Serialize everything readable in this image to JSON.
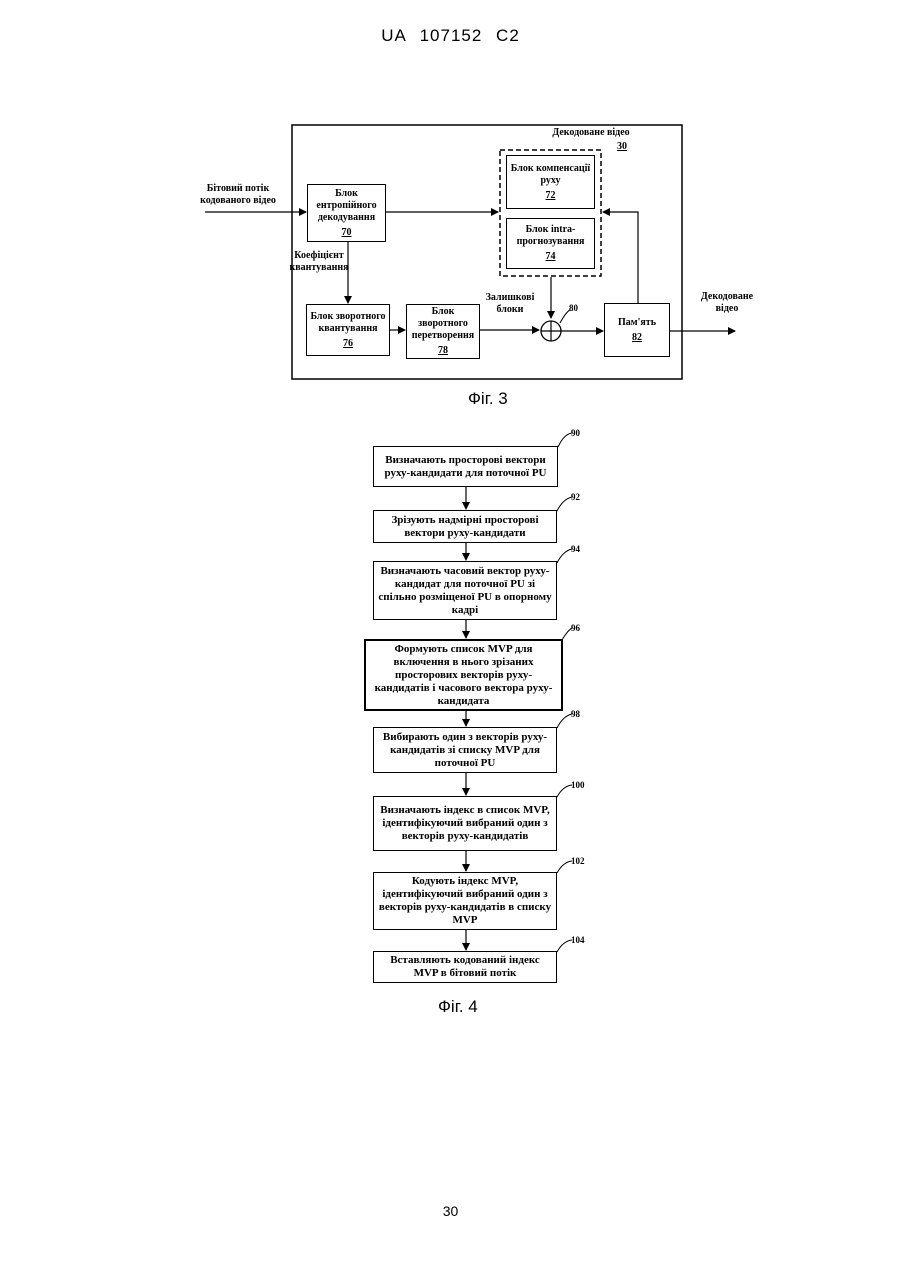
{
  "header": "UA   107152   C2",
  "page_number": "30",
  "fig3": {
    "caption": "Фіг. 3",
    "decoder_title": "Декодоване відео",
    "decoder_num": "30",
    "input_label": "Бітовий потік кодованого відео",
    "output_label": "Декодоване відео",
    "coef_label": "Коефіцієнт квантування",
    "residual_label": "Залишкові блоки",
    "summer_num": "80",
    "entropy": {
      "label": "Блок ентропійного декодування",
      "num": "70"
    },
    "motion": {
      "label": "Блок компенсації руху",
      "num": "72"
    },
    "intra": {
      "label": "Блок intra-прогнозування",
      "num": "74"
    },
    "invquant": {
      "label": "Блок зворотного квантування",
      "num": "76"
    },
    "invtrans": {
      "label": "Блок зворотного перетворення",
      "num": "78"
    },
    "memory": {
      "label": "Пам'ять",
      "num": "82"
    }
  },
  "fig4": {
    "caption": "Фіг. 4",
    "steps": [
      {
        "num": "90",
        "text": "Визначають просторові вектори руху-кандидати для поточної PU"
      },
      {
        "num": "92",
        "text": "Зрізують надмірні просторові вектори руху-кандидати"
      },
      {
        "num": "94",
        "text": "Визначають часовий вектор руху-кандидат для поточної PU зі спільно розміщеної PU в опорному кадрі"
      },
      {
        "num": "96",
        "text": "Формують список MVP для включення в нього зрізаних просторових векторів руху-кандидатів і часового вектора руху-кандидата"
      },
      {
        "num": "98",
        "text": "Вибирають один з векторів руху-кандидатів зі списку MVP для поточної PU"
      },
      {
        "num": "100",
        "text": "Визначають індекс в список MVP, ідентифікуючий вибраний один з векторів руху-кандидатів"
      },
      {
        "num": "102",
        "text": "Кодують індекс MVP, ідентифікуючий вибраний один з векторів руху-кандидатів в списку MVP"
      },
      {
        "num": "104",
        "text": "Вставляють кодований індекс MVP в бітовий потік"
      }
    ]
  }
}
